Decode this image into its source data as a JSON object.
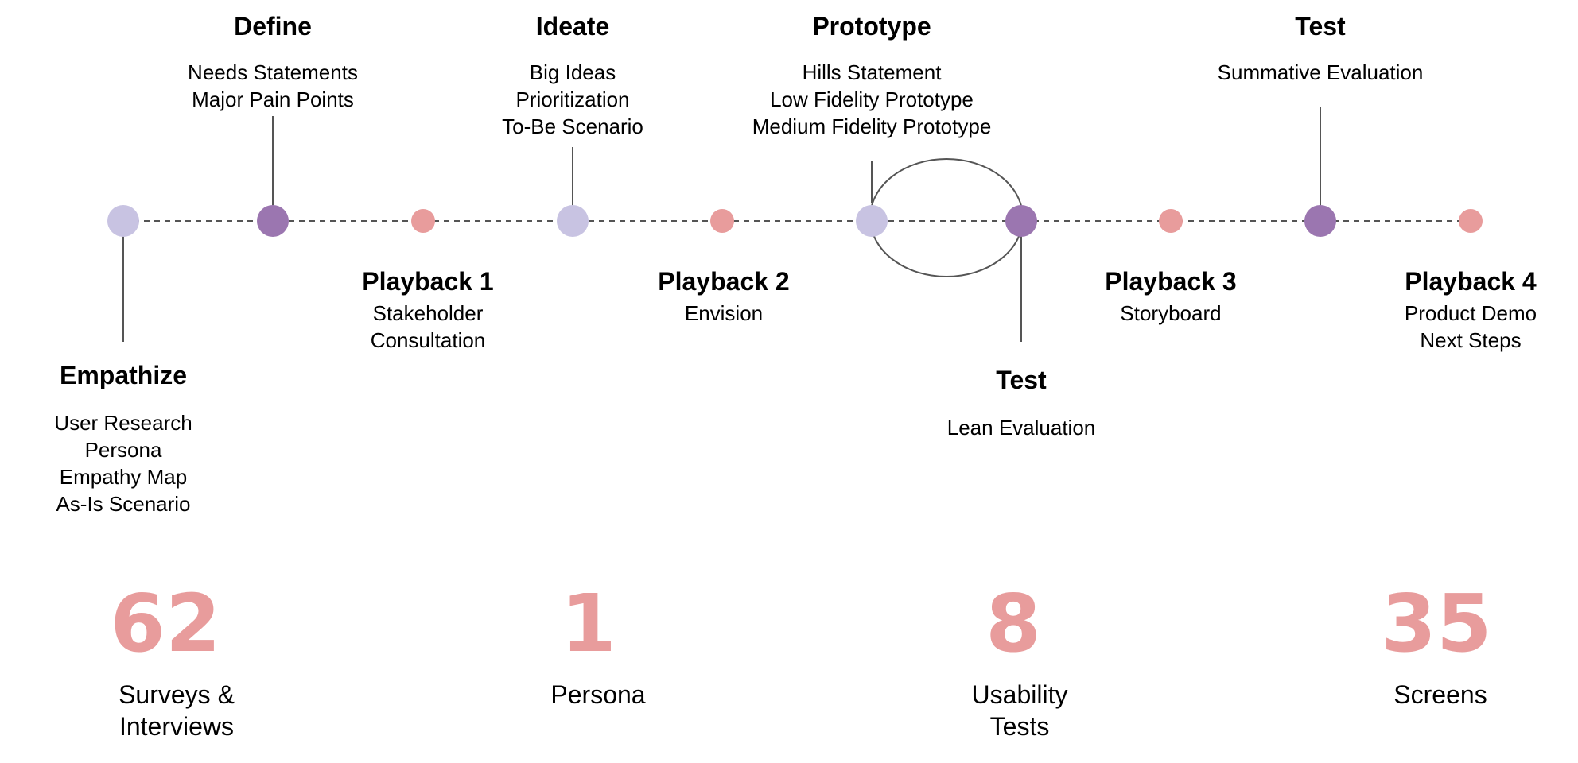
{
  "colors": {
    "lavender": "#c8c3e2",
    "purple": "#9b76b0",
    "pink": "#e89c9c",
    "line": "#555555"
  },
  "stages": {
    "empathize": {
      "title": "Empathize",
      "items": [
        "User Research",
        "Persona",
        "Empathy Map",
        "As-Is Scenario"
      ]
    },
    "define": {
      "title": "Define",
      "items": [
        "Needs Statements",
        "Major Pain Points"
      ]
    },
    "playback1": {
      "title": "Playback 1",
      "items": [
        "Stakeholder",
        "Consultation"
      ]
    },
    "ideate": {
      "title": "Ideate",
      "items": [
        "Big Ideas",
        "Prioritization",
        "To-Be Scenario"
      ]
    },
    "playback2": {
      "title": "Playback 2",
      "items": [
        "Envision"
      ]
    },
    "prototype": {
      "title": "Prototype",
      "items": [
        "Hills Statement",
        "Low Fidelity Prototype",
        "Medium Fidelity Prototype"
      ]
    },
    "test_lean": {
      "title": "Test",
      "items": [
        "Lean Evaluation"
      ]
    },
    "playback3": {
      "title": "Playback 3",
      "items": [
        "Storyboard"
      ]
    },
    "test_summative": {
      "title": "Test",
      "items": [
        "Summative Evaluation"
      ]
    },
    "playback4": {
      "title": "Playback 4",
      "items": [
        "Product Demo",
        "Next Steps"
      ]
    }
  },
  "stats": [
    {
      "number": "62",
      "label_lines": [
        "Surveys &",
        "Interviews"
      ]
    },
    {
      "number": "1",
      "label_lines": [
        "Persona"
      ]
    },
    {
      "number": "8",
      "label_lines": [
        "Usability",
        "Tests"
      ]
    },
    {
      "number": "35",
      "label_lines": [
        "Screens"
      ]
    }
  ]
}
